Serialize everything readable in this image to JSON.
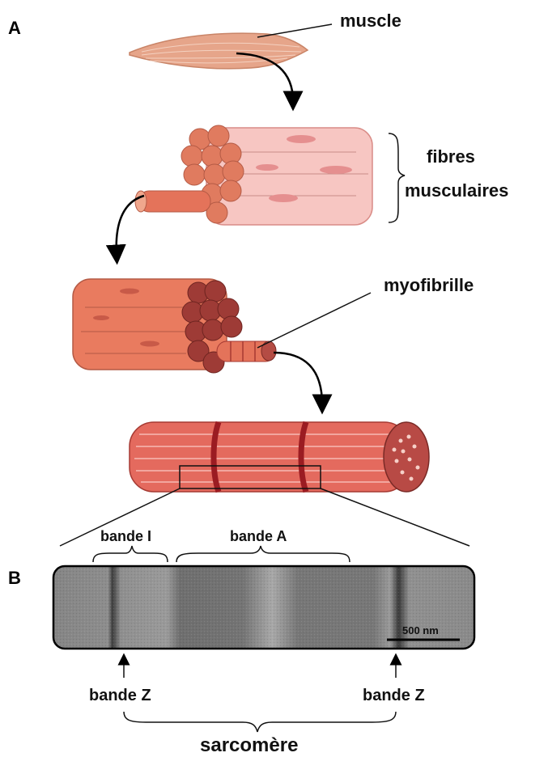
{
  "panels": {
    "a": "A",
    "b": "B"
  },
  "labels": {
    "muscle": "muscle",
    "fibres_line1": "fibres",
    "fibres_line2": "musculaires",
    "myofibrille": "myofibrille",
    "bande_i": "bande I",
    "bande_a": "bande A",
    "bande_z_left": "bande Z",
    "bande_z_right": "bande Z",
    "sarcomere": "sarcomère",
    "scale_bar": "500 nm"
  },
  "colors": {
    "muscle": "#e8a58b",
    "fiber_light": "#f7c6c2",
    "fiber_end": "#e07b5f",
    "myofibril": "#e4735a",
    "myofibril_dark": "#a63a33",
    "striation_dark": "#b03a3a",
    "micrograph": "#7a7a7a"
  }
}
